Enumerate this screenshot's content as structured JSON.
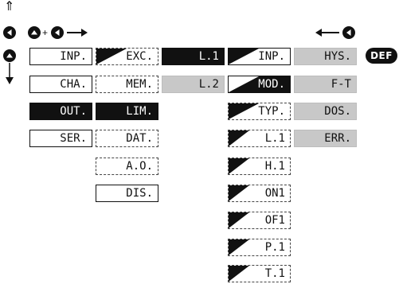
{
  "col1": [
    "INP.",
    "CHA.",
    "OUT.",
    "SER."
  ],
  "col2": [
    "EXC.",
    "MEM.",
    "LIM.",
    "DAT.",
    "A.O.",
    "DIS."
  ],
  "col3": [
    "L.1",
    "L.2"
  ],
  "col4": [
    "INP.",
    "MOD.",
    "TYP.",
    "L.1",
    "H.1",
    "ON1",
    "OF1",
    "P.1",
    "T.1"
  ],
  "col5": [
    "HYS.",
    "F-T",
    "DOS.",
    "ERR."
  ],
  "def_badge": "DEF",
  "plus_sign": "+",
  "icons": {
    "up": "up-button-icon",
    "left": "left-button-icon",
    "double_up": "double-up-arrow-icon",
    "down": "down-arrow-icon",
    "right": "right-arrow-icon",
    "back": "left-arrow-icon"
  }
}
